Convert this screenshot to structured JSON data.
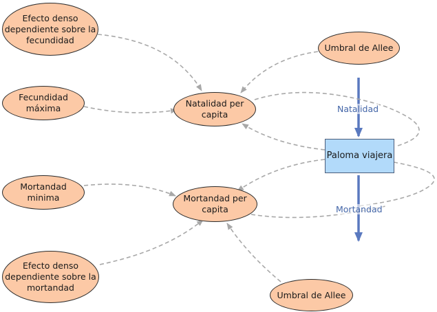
{
  "nodes": {
    "efecto_fecundidad": "Efecto denso\ndependiente sobre la\nfecundidad",
    "fecundidad_maxima": "Fecundidad\nmáxima",
    "mortandad_minima": "Mortandad\nminima",
    "efecto_mortandad": "Efecto denso\ndependiente sobre la\nmortandad",
    "natalidad_per_capita": "Natalidad per\ncapita",
    "mortandad_per_capita": "Mortandad per\ncapita",
    "umbral_allee_top": "Umbral de Allee",
    "umbral_allee_bottom": "Umbral de Allee",
    "stock": "Paloma viajera"
  },
  "flows": {
    "natalidad": "Natalidad",
    "mortandad": "Mortandad"
  },
  "colors": {
    "ellipse_fill": "#fcc9a6",
    "stock_fill": "#b2dafa",
    "flow_arrow": "#5a79bf",
    "link_arrow": "#a8a8a8"
  }
}
